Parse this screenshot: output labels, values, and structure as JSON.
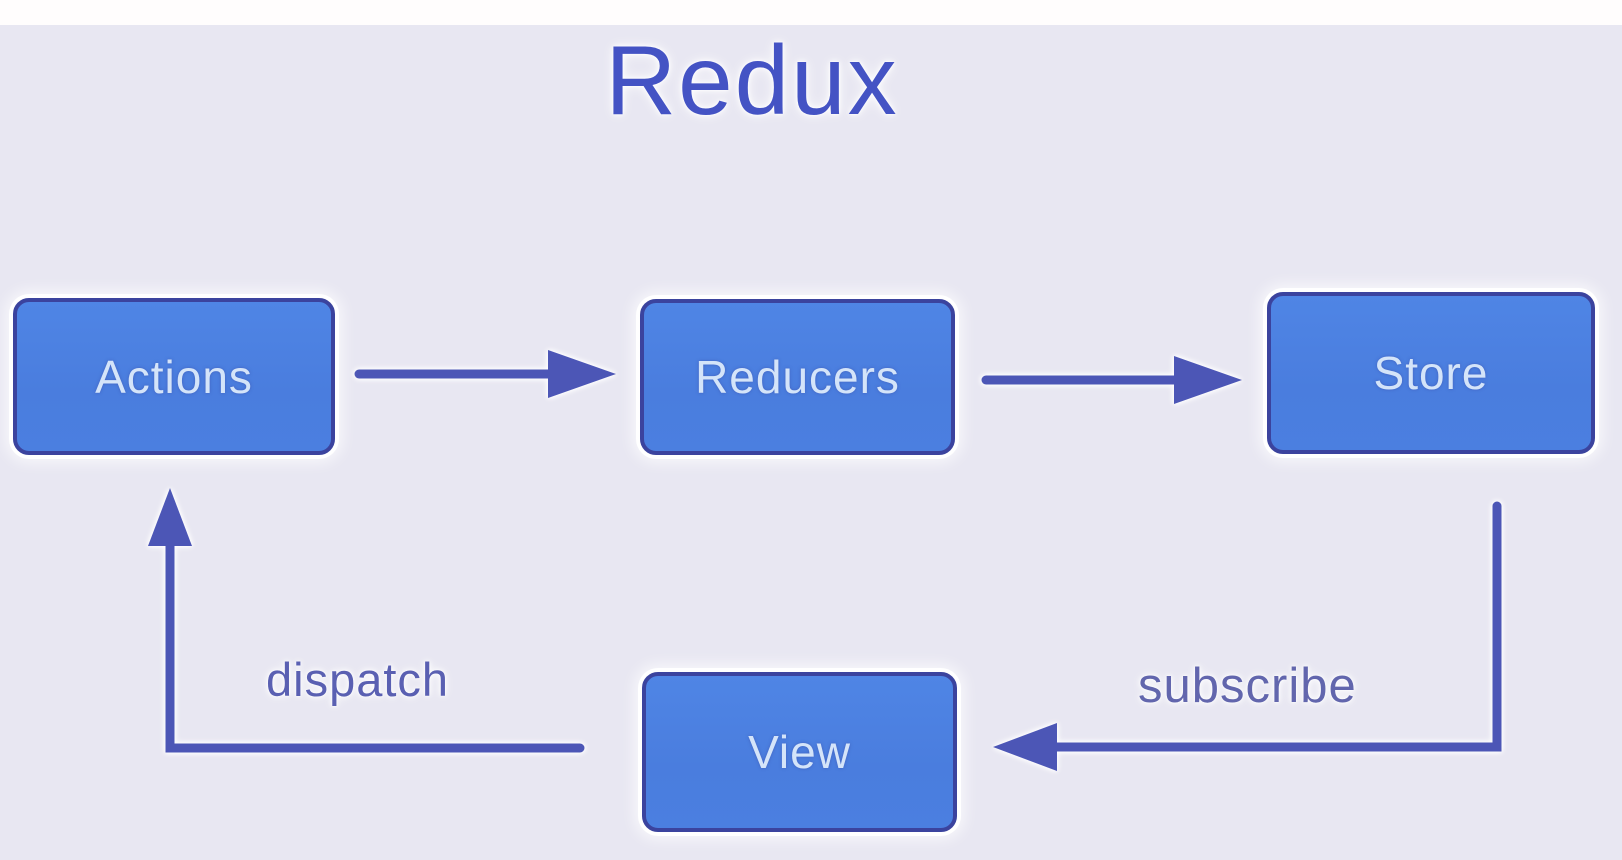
{
  "title": "Redux",
  "colors": {
    "background": "#e8e7f2",
    "top_strip": "#fffdfd",
    "node_fill": "#4b7fe0",
    "node_border": "#3b439e",
    "node_text": "#d4e4f9",
    "arrow": "#4c56b6",
    "title_text": "#4453c4",
    "edge_label_text": "#5a60b2"
  },
  "nodes": [
    {
      "id": "actions",
      "label": "Actions"
    },
    {
      "id": "reducers",
      "label": "Reducers"
    },
    {
      "id": "store",
      "label": "Store"
    },
    {
      "id": "view",
      "label": "View"
    }
  ],
  "edges": [
    {
      "from": "actions",
      "to": "reducers",
      "label": ""
    },
    {
      "from": "reducers",
      "to": "store",
      "label": ""
    },
    {
      "from": "store",
      "to": "view",
      "label": "subscribe"
    },
    {
      "from": "view",
      "to": "actions",
      "label": "dispatch"
    }
  ]
}
